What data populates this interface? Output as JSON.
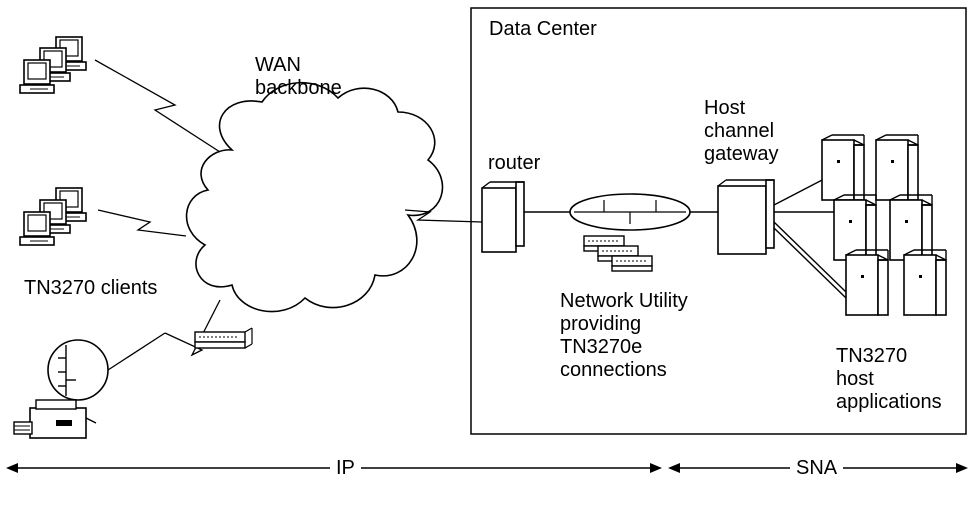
{
  "labels": {
    "data_center": "Data Center",
    "wan": [
      "WAN",
      "backbone"
    ],
    "router": "router",
    "gateway": [
      "Host",
      "channel",
      "gateway"
    ],
    "clients": "TN3270 clients",
    "network_utility": [
      "Network Utility",
      "providing",
      "TN3270e",
      "connections"
    ],
    "host_apps": [
      "TN3270",
      "host",
      "applications"
    ]
  },
  "axis": {
    "ip": "IP",
    "sna": "SNA"
  }
}
